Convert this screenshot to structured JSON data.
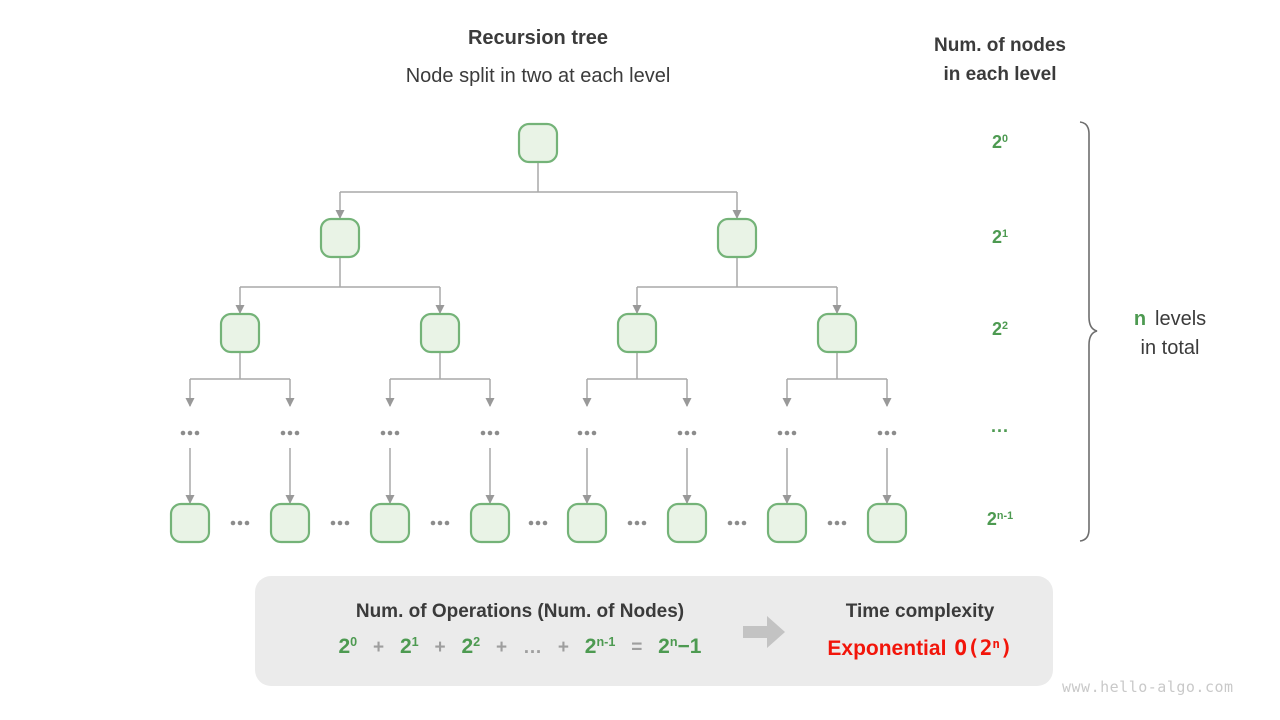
{
  "header": {
    "title": "Recursion tree",
    "subtitle": "Node split in two at each level"
  },
  "right_header": {
    "line1": "Num. of nodes",
    "line2": "in each level"
  },
  "level_labels": [
    {
      "base": "2",
      "sup": "0"
    },
    {
      "base": "2",
      "sup": "1"
    },
    {
      "base": "2",
      "sup": "2"
    },
    {
      "text": "..."
    },
    {
      "base": "2",
      "sup": "n-1"
    }
  ],
  "brace_label": {
    "n": "n",
    "levels": "levels",
    "line2": "in total"
  },
  "summary": {
    "operations_title": "Num. of Operations (Num. of Nodes)",
    "formula": {
      "terms": [
        {
          "base": "2",
          "sup": "0"
        },
        {
          "base": "2",
          "sup": "1"
        },
        {
          "base": "2",
          "sup": "2"
        }
      ],
      "plus": "+",
      "dots": "…",
      "last_term": {
        "base": "2",
        "sup": "n-1"
      },
      "equals": "=",
      "result": {
        "base": "2",
        "sup": "n",
        "tail": "−1"
      }
    },
    "time_title": "Time complexity",
    "complexity": {
      "word": "Exponential",
      "big_o_pre": "O(2",
      "big_o_sup": "n",
      "big_o_post": ")"
    }
  },
  "watermark": "www.hello-algo.com",
  "colors": {
    "green_text": "#4d9a51",
    "node_fill": "#e9f3e6",
    "node_border": "#74b378",
    "connector_gray": "#a9a9a9",
    "operator_gray": "#9e9e9e",
    "red_text": "#f2150a",
    "summary_bg": "#ebebeb",
    "dark_text": "#3b3b3b"
  }
}
